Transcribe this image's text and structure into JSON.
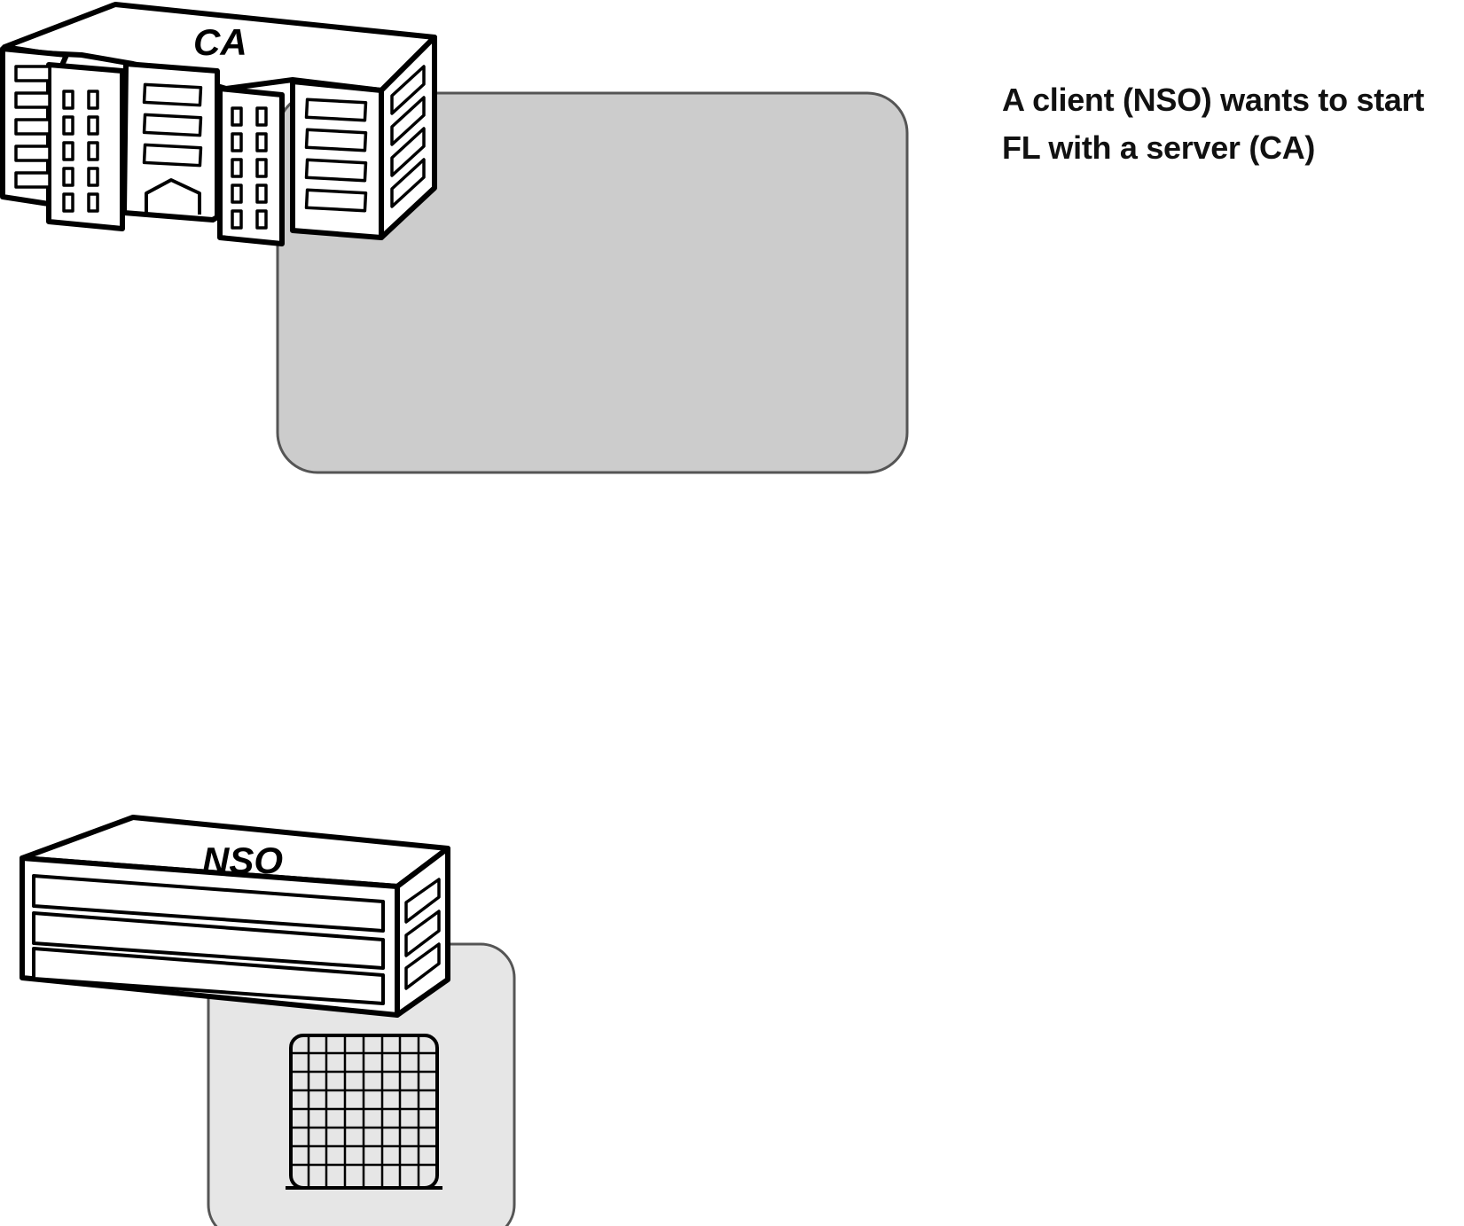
{
  "caption": {
    "line1": "A client (NSO) wants to start",
    "line2": "FL with a server (CA)"
  },
  "server": {
    "label": "CA"
  },
  "client": {
    "label": "NSO"
  },
  "colors": {
    "server_box_fill": "#cccccc",
    "client_box_fill": "#e6e6e6",
    "stroke": "#555555",
    "building_outline": "#000000"
  },
  "icons": {
    "server_building": "server-building-icon",
    "client_building": "client-building-icon",
    "data_grid": "data-grid-icon"
  }
}
